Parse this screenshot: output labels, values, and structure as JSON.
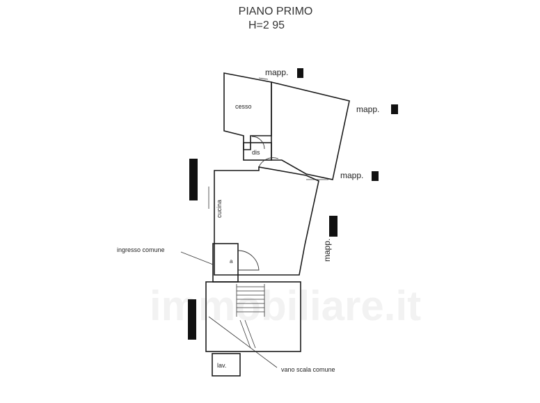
{
  "title": {
    "line1": "PIANO PRIMO",
    "line2": "H=2 95"
  },
  "labels": {
    "mapp_top": "mapp.",
    "mapp_right": "mapp.",
    "mapp_mid": "mapp.",
    "mapp_side": "mapp.",
    "cesso": "cesso",
    "dis": "dis",
    "cucina": "cucina",
    "ingresso_comune": "ingresso comune",
    "vano_scala_comune": "vano scala comune",
    "lav": "lav.",
    "watermark": "immobiliare.it"
  }
}
